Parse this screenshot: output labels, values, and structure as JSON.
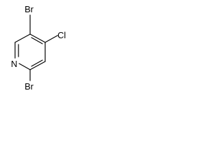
{
  "molecule": {
    "atoms": {
      "br_top": "Br",
      "cl": "Cl",
      "br_bottom": "Br",
      "n": "N"
    },
    "line_color": "#000000",
    "background": "#ffffff"
  }
}
